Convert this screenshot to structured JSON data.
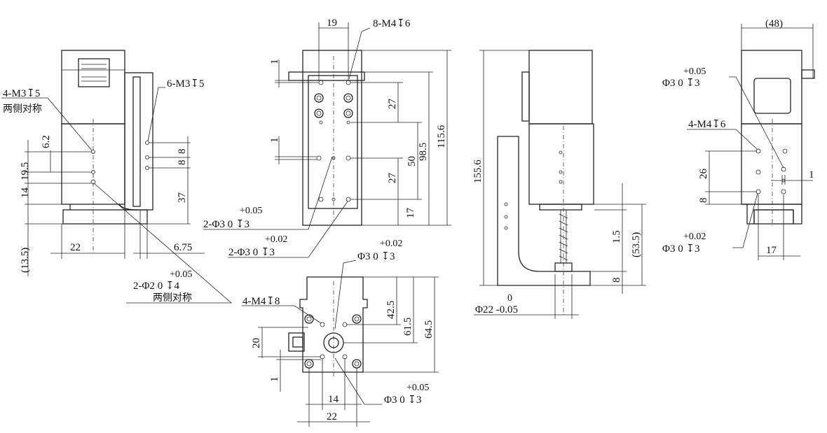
{
  "front_view": {
    "note_holes": "4-M3↧5",
    "note_sym": "两侧对称",
    "note_side": "6-M3↧5",
    "dim_6_2": "6.2",
    "dim_19_5": "19.5",
    "dim_14": "14",
    "dim_13_5": "(13.5)",
    "dim_22": "22",
    "dim_8a": "8",
    "dim_8b": "8",
    "dim_37": "37",
    "dim_6_75": "6.75",
    "pin_tol": "+0.05",
    "pin_note": "2-Φ2  0   ↧4",
    "pin_sym": "两侧对称"
  },
  "top_view": {
    "dim_19": "19",
    "note_8m4": "8-M4↧6",
    "dim_1a": "1",
    "dim_1b": "1",
    "dim_27a": "27",
    "dim_27b": "27",
    "dim_50": "50",
    "dim_98_5": "98.5",
    "dim_115_6": "115.6",
    "dim_17": "17",
    "pin1_tol": "+0.05",
    "pin1_note": "2-Φ3  0    ↧3",
    "pin2_tol": "+0.02",
    "pin2_note": "2-Φ3  0    ↧3"
  },
  "bottom_view": {
    "hole_tol": "+0.02",
    "hole_note": "Φ3  0   ↧3",
    "note_4m4": "4-M4↧8",
    "dim_42_5": "42.5",
    "dim_61_5": "61.5",
    "dim_64_5": "64.5",
    "dim_20": "20",
    "dim_1": "1",
    "dim_14": "14",
    "dim_22": "22",
    "pin_tol": "+0.05",
    "pin_note": "Φ3  0   ↧3"
  },
  "side_view": {
    "dim_155_6": "155.6",
    "dim_1_5": "1.5",
    "dim_53_5": "(53.5)",
    "dim_8": "8",
    "shaft_tol": "0",
    "shaft_note": "Φ22 -0.05"
  },
  "end_view": {
    "dim_48": "(48)",
    "pin_tol": "+0.05",
    "pin_note": "Φ3  0   ↧3",
    "note_4m4": "4-M4↧6",
    "dim_26": "26",
    "dim_8": "8",
    "dim_1": "1",
    "pin2_tol": "+0.02",
    "pin2_note": "Φ3  0   ↧3",
    "dim_17": "17"
  }
}
